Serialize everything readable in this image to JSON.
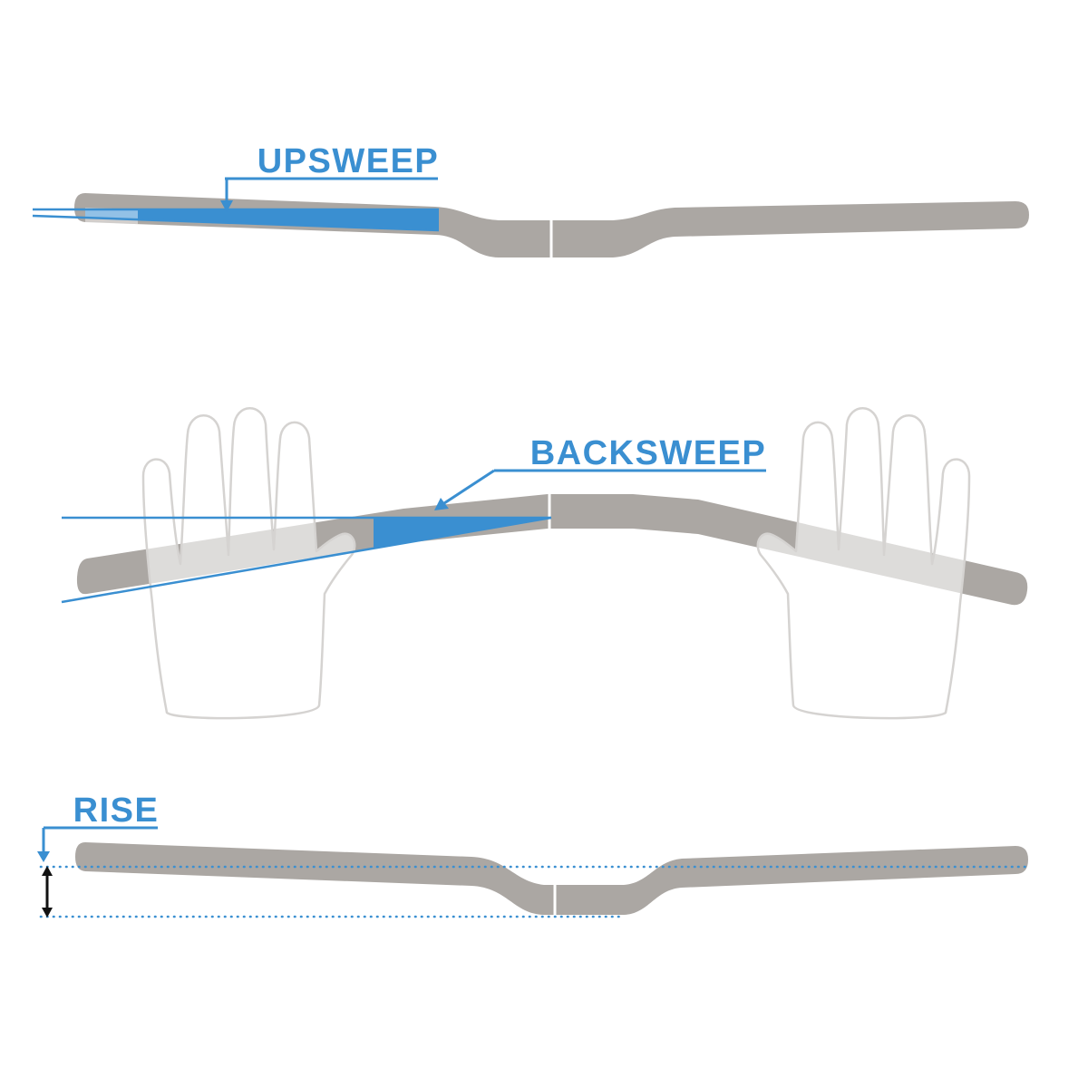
{
  "diagram": {
    "labels": {
      "upsweep": "UPSWEEP",
      "backsweep": "BACKSWEEP",
      "rise": "RISE"
    },
    "colors": {
      "accent_blue": "#3A8FD1",
      "bar_gray": "#ABA7A3",
      "hand_outline_gray": "#D5D3D1",
      "arrow_black": "#121212",
      "background": "#FFFFFF"
    }
  }
}
